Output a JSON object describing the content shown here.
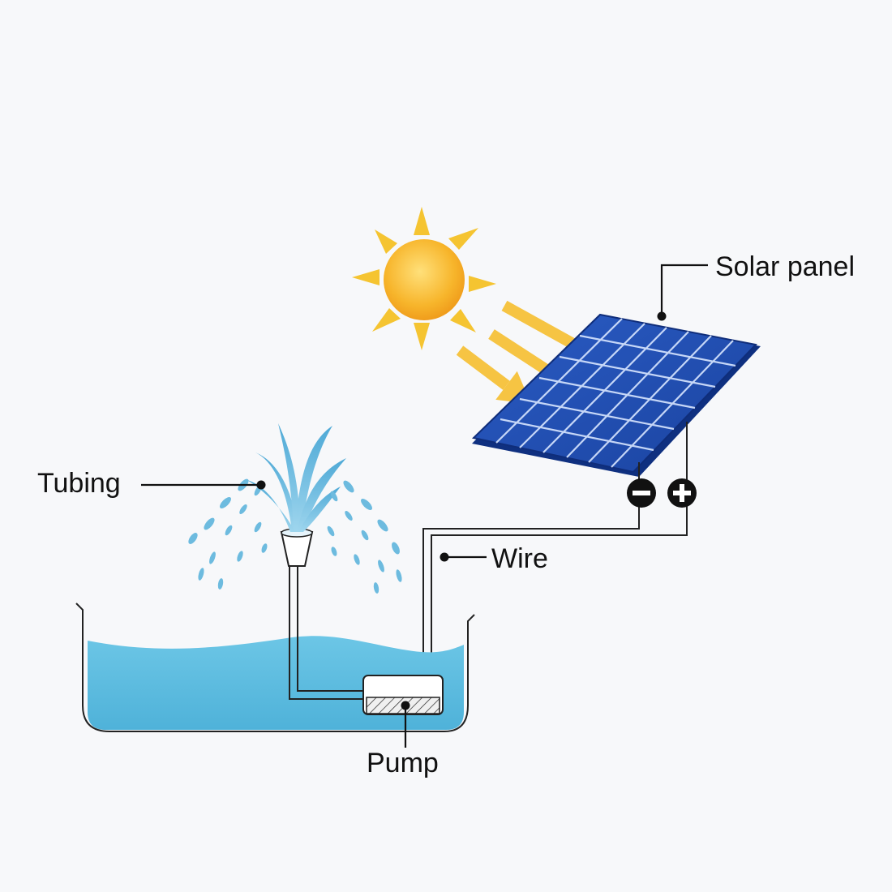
{
  "labels": {
    "solar_panel": "Solar panel",
    "tubing": "Tubing",
    "wire": "Wire",
    "pump": "Pump"
  },
  "terminals": {
    "negative": "−",
    "positive": "+"
  },
  "colors": {
    "sun_yellow": "#f5c431",
    "sun_core": "#f7b52b",
    "ray_arrow": "#f6c443",
    "panel_blue": "#1f4db0",
    "panel_dark": "#123a8f",
    "water": "#5bbde0",
    "spray": "#69b9dc",
    "line": "#222222"
  },
  "icons": [
    "sun-icon",
    "solar-panel-icon",
    "fountain-icon",
    "pump-icon",
    "negative-terminal-icon",
    "positive-terminal-icon"
  ]
}
